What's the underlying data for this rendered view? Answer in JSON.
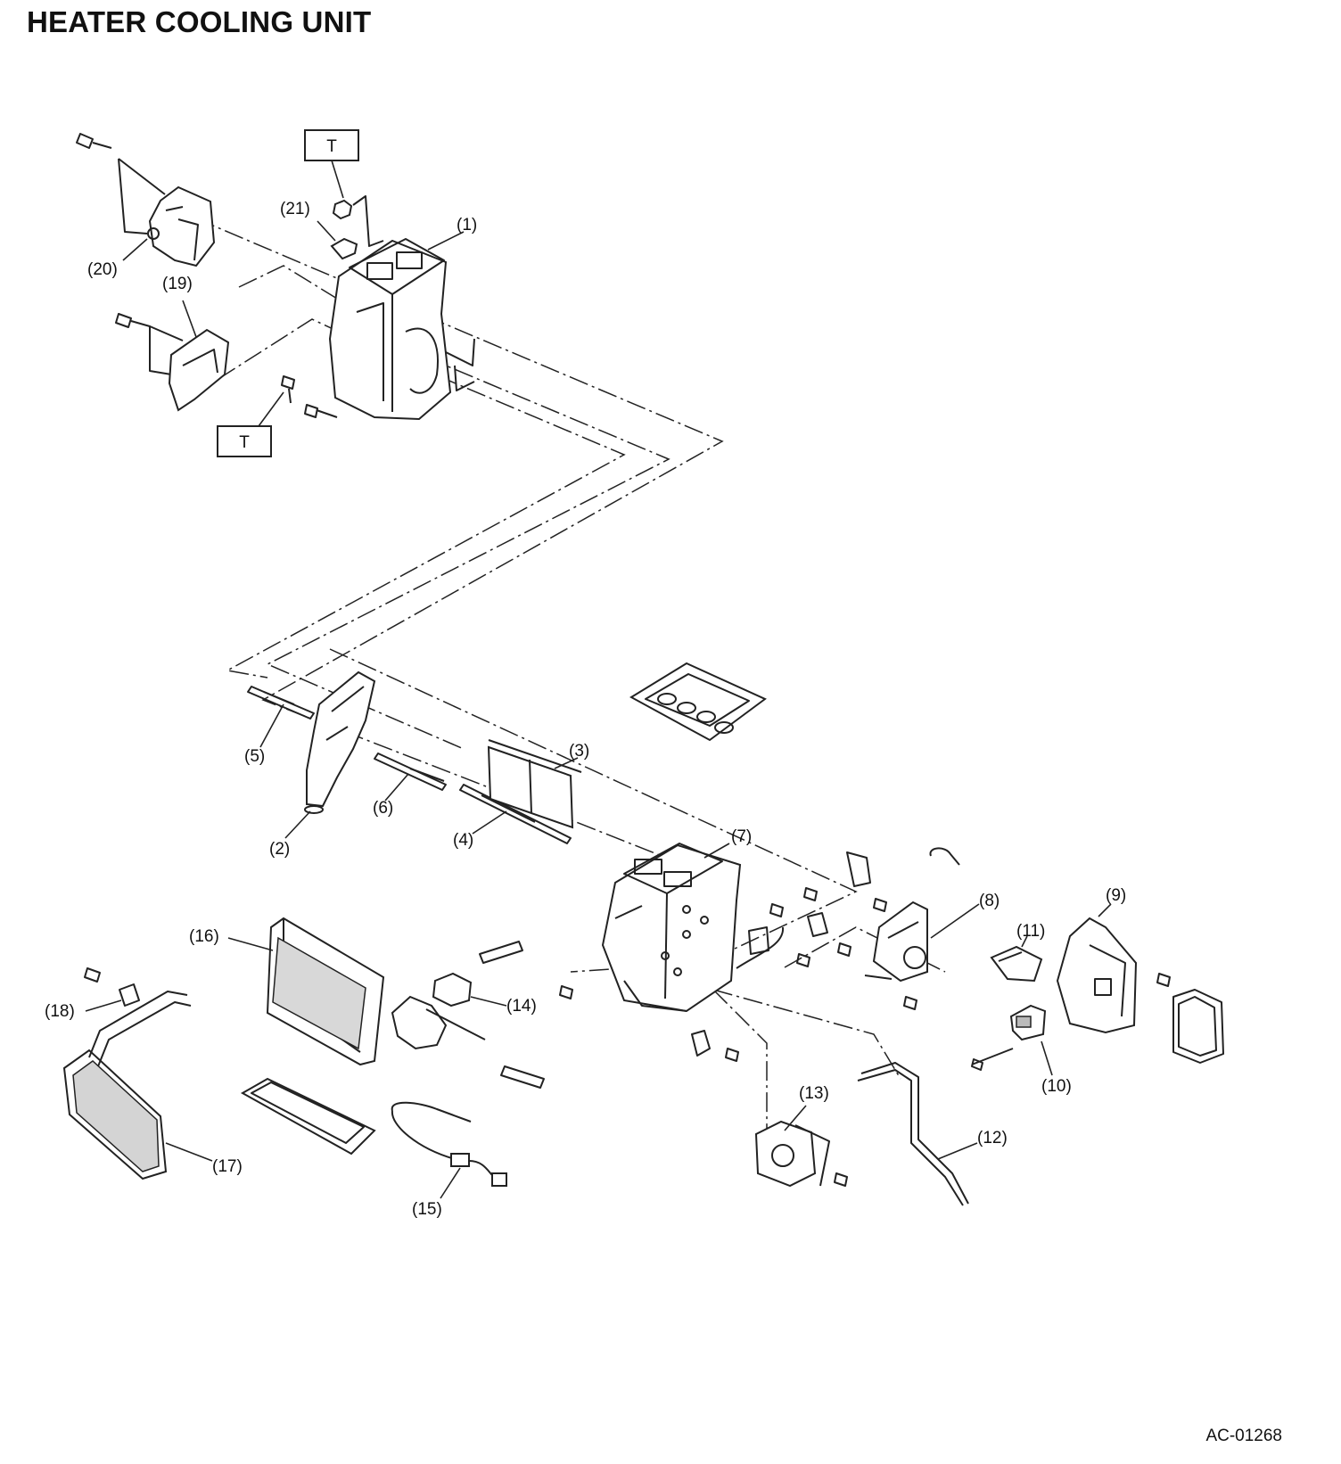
{
  "title": "HEATER COOLING UNIT",
  "figure_code": "AC-01268",
  "torque_marker": "T",
  "callouts": {
    "c1": "(1)",
    "c2": "(2)",
    "c3": "(3)",
    "c4": "(4)",
    "c5": "(5)",
    "c6": "(6)",
    "c7": "(7)",
    "c8": "(8)",
    "c9": "(9)",
    "c10": "(10)",
    "c11": "(11)",
    "c12": "(12)",
    "c13": "(13)",
    "c14": "(14)",
    "c15": "(15)",
    "c16": "(16)",
    "c17": "(17)",
    "c18": "(18)",
    "c19": "(19)",
    "c20": "(20)",
    "c21": "(21)"
  }
}
